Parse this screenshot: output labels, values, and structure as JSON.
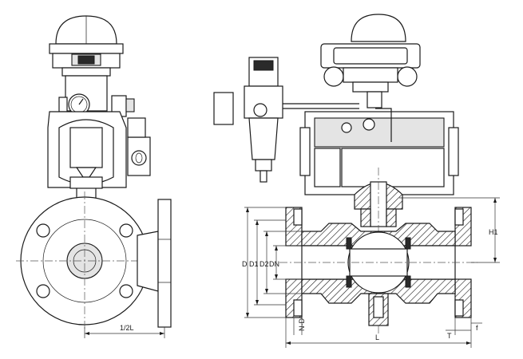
{
  "left_view": {
    "dim_half_length": "1/2L"
  },
  "section_view": {
    "dim_D": "D",
    "dim_D1": "D1",
    "dim_D2": "D2",
    "dim_DN": "DN",
    "dim_H1": "H1",
    "dim_ND": "N-D",
    "dim_L": "L",
    "dim_T": "T",
    "dim_f": "f"
  },
  "colors": {
    "line": "#1a1a1a",
    "shade": "#e4e4e4",
    "background": "#ffffff"
  }
}
